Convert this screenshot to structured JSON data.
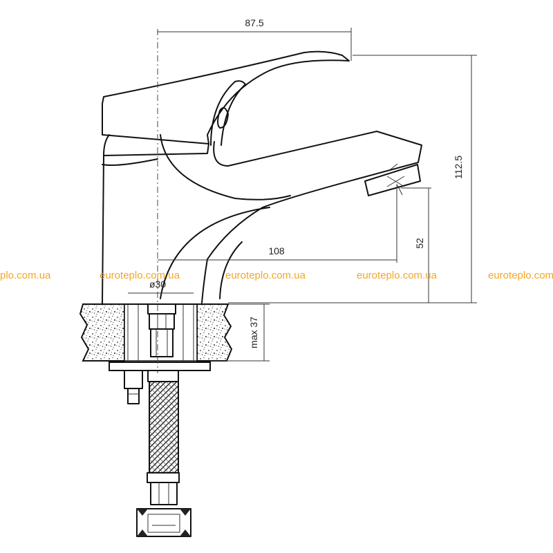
{
  "dimensions": {
    "top_width": "87.5",
    "height": "112.5",
    "spout_reach": "108",
    "spout_height": "52",
    "hole_diameter": "ø30",
    "max_thickness": "max 37"
  },
  "watermark": {
    "items": [
      "plo.com.ua",
      "euroteplo.com.ua",
      "euroteplo.com.ua",
      "euroteplo.com.ua",
      "euroteplo.com.ua"
    ],
    "color": "#f5a623"
  },
  "colors": {
    "line": "#111111",
    "watermark": "#f5a623"
  }
}
